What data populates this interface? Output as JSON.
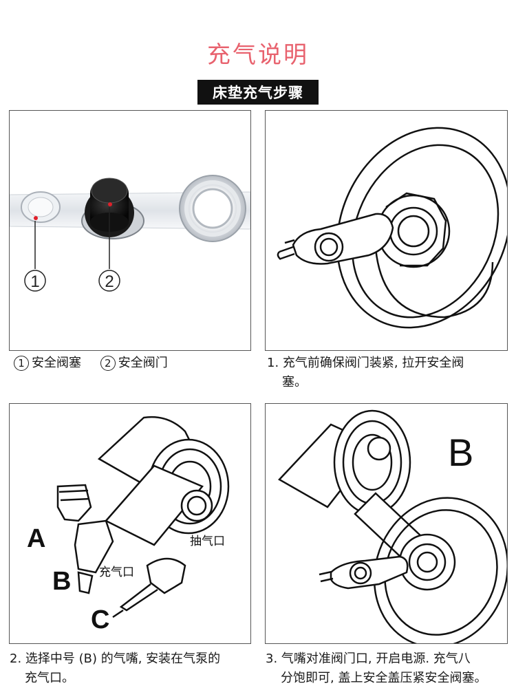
{
  "header": {
    "title": "充气说明",
    "banner": "床垫充气步骤"
  },
  "panel1": {
    "marker_1": "1",
    "marker_2": "2",
    "caption_items": [
      {
        "num": "1",
        "text": "安全阀塞"
      },
      {
        "num": "2",
        "text": "安全阀门"
      }
    ]
  },
  "panel2": {
    "caption_line1": "1. 充气前确保阀门装紧, 拉开安全阀",
    "caption_line2": "塞。"
  },
  "panel3": {
    "label_a": "A",
    "label_b": "B",
    "label_c": "C",
    "label_outlet": "抽气口",
    "label_inlet": "充气口",
    "caption_line1": "2. 选择中号 (B) 的气嘴, 安装在气泵的",
    "caption_line2": "充气口。"
  },
  "panel4": {
    "label_b": "B",
    "caption_line1": "3. 气嘴对准阀门口, 开启电源. 充气八",
    "caption_line2": "分饱即可, 盖上安全盖压紧安全阀塞。"
  },
  "colors": {
    "title": "#e8626e",
    "banner_bg": "#111111",
    "marker_dot": "#e0202a"
  }
}
